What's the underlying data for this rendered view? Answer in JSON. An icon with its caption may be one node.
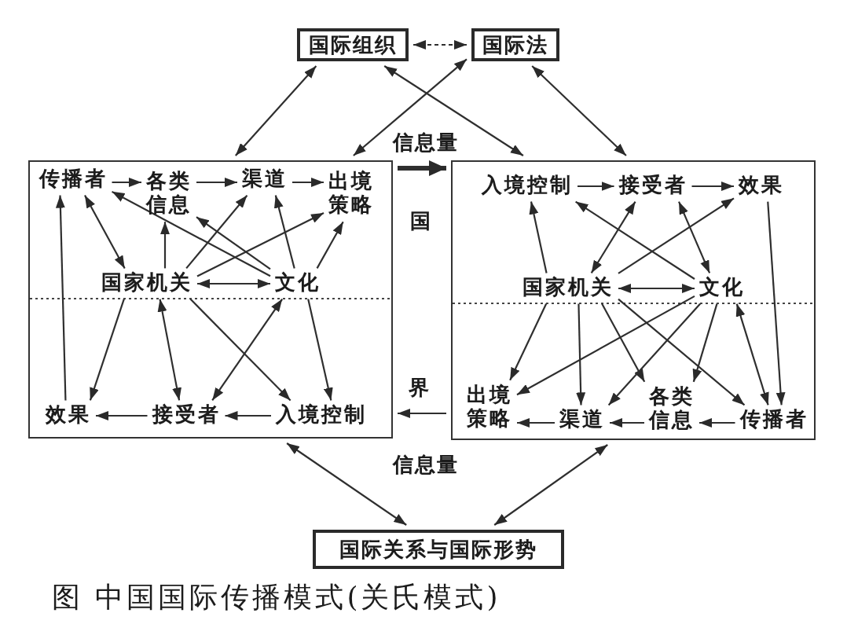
{
  "diagram": {
    "caption": "图 中国国际传播模式(关氏模式)",
    "nodes": [
      {
        "text": [
          "国际组织"
        ]
      },
      {
        "text": [
          "国际法"
        ]
      },
      {
        "text": [],
        "shape": "box"
      },
      {
        "text": [
          "传播者"
        ],
        "in": 2
      },
      {
        "text": [
          "各类信息"
        ],
        "in": 2
      },
      {
        "text": [
          "渠道"
        ],
        "in": 2
      },
      {
        "text": [
          "出境策略"
        ],
        "in": 2
      },
      {
        "text": [
          "国家机关"
        ],
        "in": 2
      },
      {
        "text": [
          "文化"
        ],
        "in": 2
      },
      {
        "text": [
          "效果"
        ],
        "in": 2
      },
      {
        "text": [
          "接受者"
        ],
        "in": 2
      },
      {
        "text": [
          "入境控制"
        ],
        "in": 2
      },
      {
        "text": [],
        "shape": "box"
      },
      {
        "text": [
          "入境控制"
        ],
        "in": 12
      },
      {
        "text": [
          "接受者"
        ],
        "in": 12
      },
      {
        "text": [
          "效果"
        ],
        "in": 12
      },
      {
        "text": [
          "国家机关"
        ],
        "in": 12
      },
      {
        "text": [
          "文化"
        ],
        "in": 12
      },
      {
        "text": [
          "出境策略"
        ],
        "in": 12
      },
      {
        "text": [
          "渠道"
        ],
        "in": 12
      },
      {
        "text": [
          "各类信息"
        ],
        "in": 12
      },
      {
        "text": [
          "传播者"
        ],
        "in": 12
      },
      {
        "text": [
          "国际关系与国际形势"
        ]
      }
    ],
    "edges": [
      {
        "from": 0,
        "to": 1,
        "arrow": "both",
        "style": "dashed"
      },
      {
        "from": 0,
        "to": 2,
        "arrow": "both"
      },
      {
        "from": 0,
        "to": 12,
        "arrow": "both"
      },
      {
        "from": 1,
        "to": 2,
        "arrow": "both"
      },
      {
        "from": 1,
        "to": 12,
        "arrow": "both"
      },
      {
        "from": 2,
        "to": 12,
        "arrow": "to",
        "style": "thick"
      },
      {
        "from": 12,
        "to": 2,
        "arrow": "to"
      },
      {
        "from": 2,
        "to": 22,
        "arrow": "both"
      },
      {
        "from": 12,
        "to": 22,
        "arrow": "both"
      },
      {
        "from": 3,
        "to": 4,
        "arrow": "to"
      },
      {
        "from": 4,
        "to": 5,
        "arrow": "to"
      },
      {
        "from": 5,
        "to": 6,
        "arrow": "to"
      },
      {
        "from": 11,
        "to": 10,
        "arrow": "to"
      },
      {
        "from": 10,
        "to": 9,
        "arrow": "to"
      },
      {
        "from": 7,
        "to": 8,
        "arrow": "both"
      },
      {
        "from": 3,
        "to": 7,
        "arrow": "both"
      },
      {
        "from": 7,
        "to": 4,
        "arrow": "to"
      },
      {
        "from": 7,
        "to": 5,
        "arrow": "to"
      },
      {
        "from": 7,
        "to": 6,
        "arrow": "to"
      },
      {
        "from": 8,
        "to": 3,
        "arrow": "to"
      },
      {
        "from": 8,
        "to": 4,
        "arrow": "to"
      },
      {
        "from": 8,
        "to": 5,
        "arrow": "to"
      },
      {
        "from": 8,
        "to": 6,
        "arrow": "to"
      },
      {
        "from": 7,
        "to": 9,
        "arrow": "to"
      },
      {
        "from": 7,
        "to": 10,
        "arrow": "both"
      },
      {
        "from": 7,
        "to": 11,
        "arrow": "to"
      },
      {
        "from": 8,
        "to": 10,
        "arrow": "both"
      },
      {
        "from": 8,
        "to": 11,
        "arrow": "to"
      },
      {
        "from": 9,
        "to": 3,
        "arrow": "to"
      },
      {
        "from": 13,
        "to": 14,
        "arrow": "to"
      },
      {
        "from": 14,
        "to": 15,
        "arrow": "to"
      },
      {
        "from": 16,
        "to": 17,
        "arrow": "both"
      },
      {
        "from": 21,
        "to": 20,
        "arrow": "to"
      },
      {
        "from": 20,
        "to": 19,
        "arrow": "to"
      },
      {
        "from": 19,
        "to": 18,
        "arrow": "to"
      },
      {
        "from": 16,
        "to": 13,
        "arrow": "to"
      },
      {
        "from": 16,
        "to": 14,
        "arrow": "both"
      },
      {
        "from": 16,
        "to": 15,
        "arrow": "to"
      },
      {
        "from": 17,
        "to": 13,
        "arrow": "to"
      },
      {
        "from": 17,
        "to": 14,
        "arrow": "both"
      },
      {
        "from": 15,
        "to": 21,
        "arrow": "to"
      },
      {
        "from": 16,
        "to": 18,
        "arrow": "to"
      },
      {
        "from": 16,
        "to": 19,
        "arrow": "to"
      },
      {
        "from": 16,
        "to": 20,
        "arrow": "to"
      },
      {
        "from": 16,
        "to": 21,
        "arrow": "to"
      },
      {
        "from": 17,
        "to": 18,
        "arrow": "to"
      },
      {
        "from": 17,
        "to": 19,
        "arrow": "to"
      },
      {
        "from": 17,
        "to": 20,
        "arrow": "to"
      },
      {
        "from": 17,
        "to": 21,
        "arrow": "both"
      }
    ],
    "labels": [
      "信息量",
      "国",
      "界",
      "信息量"
    ]
  }
}
